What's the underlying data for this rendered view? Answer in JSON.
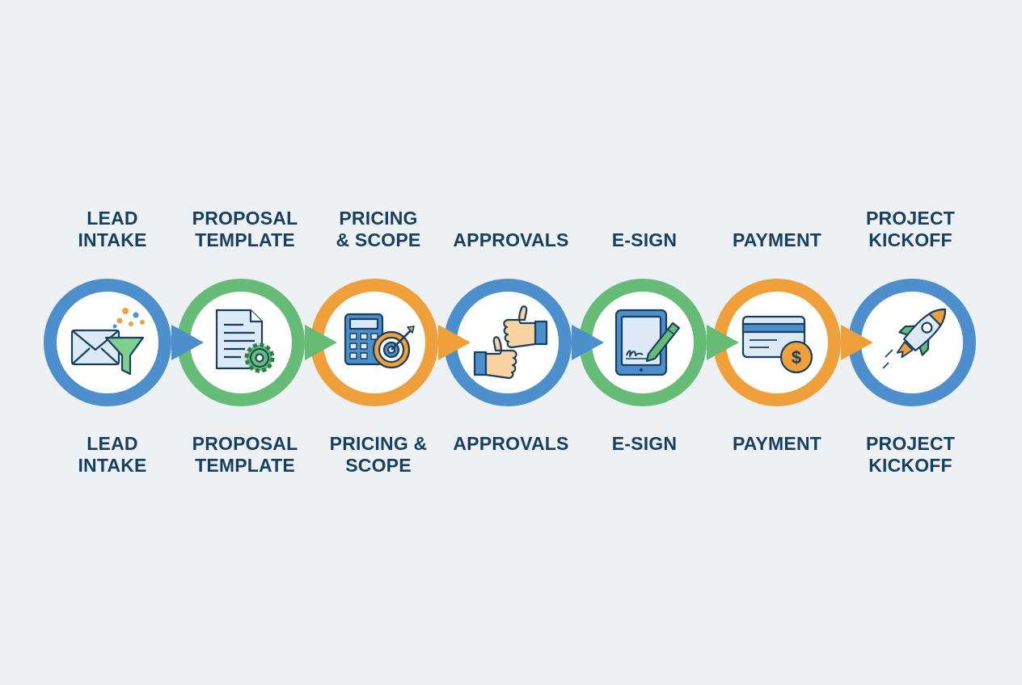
{
  "colors": {
    "blue": "#4d8fcc",
    "green": "#66bb77",
    "orange": "#f0a03a",
    "navy": "#173f5f",
    "background": "#edf1f4"
  },
  "steps": [
    {
      "id": "lead-intake",
      "top": [
        "LEAD",
        "INTAKE"
      ],
      "bottom": [
        "LEAD",
        "INTAKE"
      ],
      "ring": "blue",
      "icon": "envelope-funnel-icon"
    },
    {
      "id": "proposal-template",
      "top": [
        "PROPOSAL",
        "TEMPLATE"
      ],
      "bottom": [
        "PROPOSAL",
        "TEMPLATE"
      ],
      "ring": "green",
      "icon": "document-gear-icon"
    },
    {
      "id": "pricing-scope",
      "top": [
        "PRICING",
        "& SCOPE"
      ],
      "bottom": [
        "PRICING &",
        "SCOPE"
      ],
      "ring": "orange",
      "icon": "calculator-target-icon"
    },
    {
      "id": "approvals",
      "top": [
        "APPROVALS",
        ""
      ],
      "bottom": [
        "APPROVALS",
        ""
      ],
      "ring": "blue",
      "icon": "thumbs-up-icon"
    },
    {
      "id": "e-sign",
      "top": [
        "E-SIGN",
        ""
      ],
      "bottom": [
        "E-SIGN",
        ""
      ],
      "ring": "green",
      "icon": "tablet-signature-icon"
    },
    {
      "id": "payment",
      "top": [
        "PAYMENT",
        ""
      ],
      "bottom": [
        "PAYMENT",
        ""
      ],
      "ring": "orange",
      "icon": "credit-card-dollar-icon"
    },
    {
      "id": "project-kickoff",
      "top": [
        "PROJECT",
        "KICKOFF"
      ],
      "bottom": [
        "PROJECT",
        "KICKOFF"
      ],
      "ring": "blue",
      "icon": "rocket-icon"
    }
  ]
}
